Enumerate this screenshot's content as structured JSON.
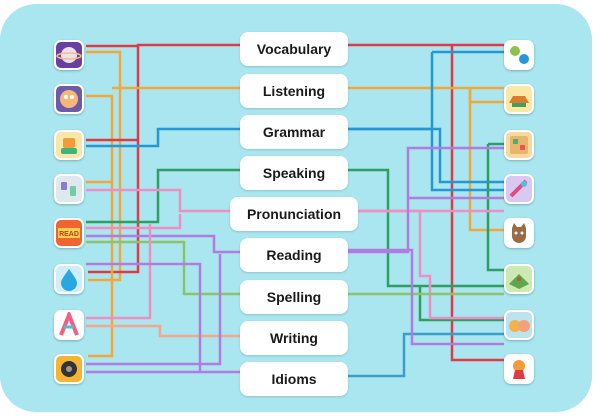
{
  "labels": [
    "Vocabulary",
    "Listening",
    "Grammar",
    "Speaking",
    "Pronunciation",
    "Reading",
    "Spelling",
    "Writing",
    "Idioms"
  ],
  "left_icons": [
    "planet-icon",
    "bubble-icon",
    "robot-icon",
    "lab-icon",
    "read-banner-icon",
    "water-drop-icon",
    "letter-a-icon",
    "speaker-icon"
  ],
  "right_icons": [
    "letter-blocks-icon",
    "hat-icon",
    "board-icon",
    "spacecraft-icon",
    "cat-icon",
    "garden-icon",
    "two-faces-icon",
    "keyhole-icon"
  ],
  "colors": {
    "background": "#a9e6ef",
    "red": "#e03a46",
    "orange": "#f2a73b",
    "blue": "#2596d6",
    "green": "#2e9e63",
    "pink": "#ee8ec4",
    "purple": "#b27bde",
    "lime": "#8bc46a",
    "salmon": "#f3a78e",
    "teal": "#3a9ec9"
  }
}
